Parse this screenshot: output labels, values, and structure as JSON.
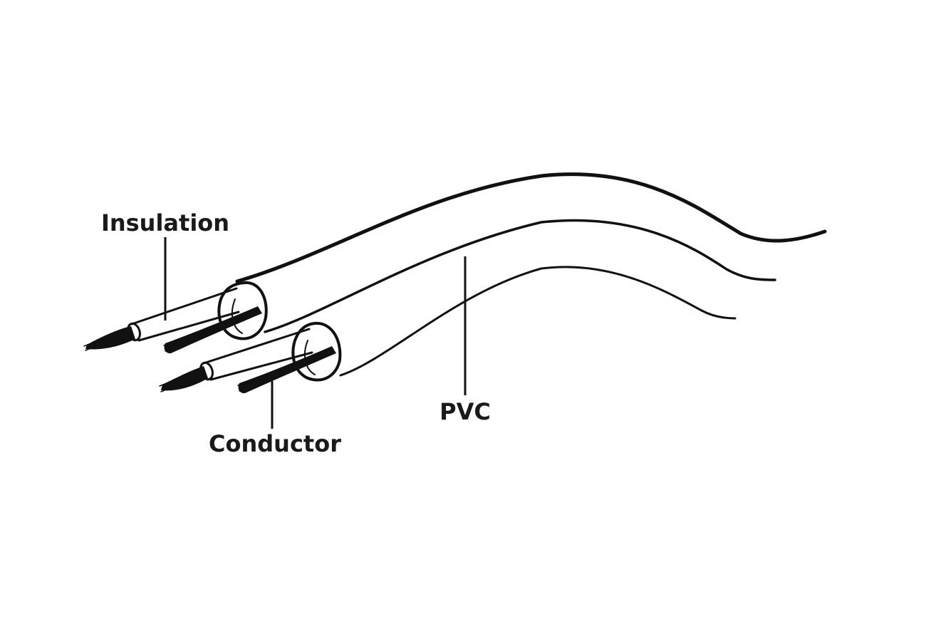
{
  "labels": {
    "insulation": "Insulation",
    "conductor": "Conductor",
    "pvc": "PVC"
  },
  "colors": {
    "ink": "#111111",
    "label": "#1a1a1a",
    "background": "#ffffff"
  }
}
